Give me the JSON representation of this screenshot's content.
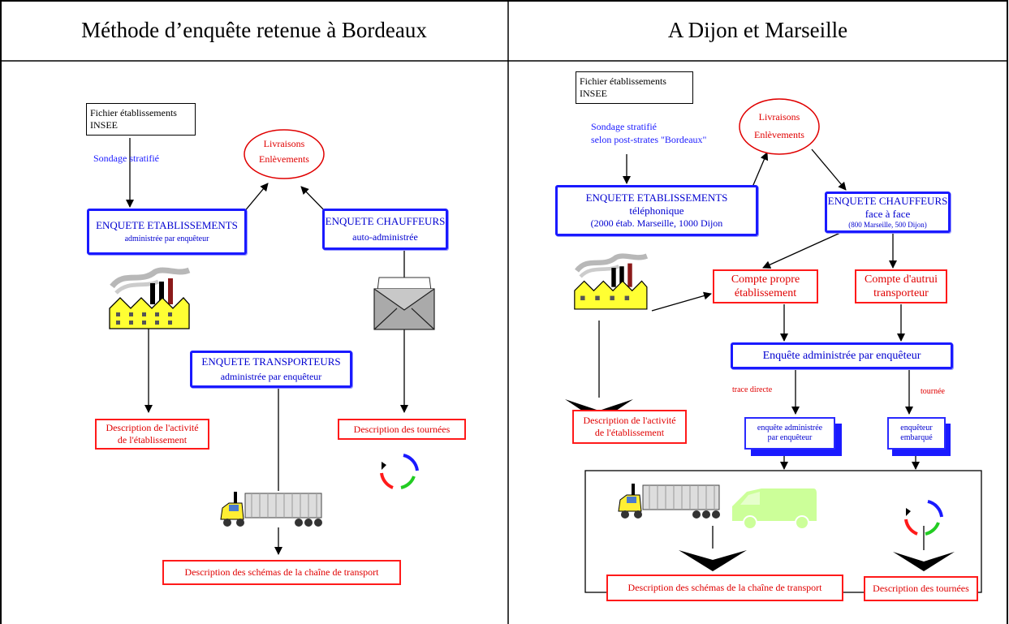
{
  "headers": {
    "left": "Méthode d’enquête retenue à Bordeaux",
    "right": "A Dijon et Marseille"
  },
  "left": {
    "insee": [
      "Fichier établissements",
      "INSEE"
    ],
    "sondage": "Sondage stratifié",
    "oval": [
      "Livraisons",
      "Enlèvements"
    ],
    "etab": [
      "ENQUETE ETABLISSEMENTS",
      "administrée par enquêteur"
    ],
    "chauff": [
      "ENQUETE CHAUFFEURS",
      "auto-administrée"
    ],
    "transp": [
      "ENQUETE TRANSPORTEURS",
      "administrée par enquêteur"
    ],
    "desc_activite": [
      "Description de l'activité",
      "de l'établissement"
    ],
    "desc_tournees": "Description des tournées",
    "desc_schemas": "Description des schémas de la chaîne de transport"
  },
  "right": {
    "insee": [
      "Fichier établissements",
      "INSEE"
    ],
    "sondage": [
      "Sondage stratifié",
      "selon post-strates \"Bordeaux\""
    ],
    "oval": [
      "Livraisons",
      "Enlèvements"
    ],
    "etab": [
      "ENQUETE ETABLISSEMENTS",
      "téléphonique",
      "(2000 étab. Marseille, 1000 Dijon"
    ],
    "chauff": [
      "ENQUETE CHAUFFEURS",
      "face à face",
      "(800 Marseille, 500 Dijon)"
    ],
    "compte_propre": [
      "Compte propre",
      "établissement"
    ],
    "compte_autrui": [
      "Compte d'autrui",
      "transporteur"
    ],
    "enquete_admin": "Enquête administrée par enquêteur",
    "trace": "trace directe",
    "tournee": "tournée",
    "enq_admin2": [
      "enquête administrée",
      "par enquêteur"
    ],
    "enq_embarque": [
      "enquêteur",
      "embarqué"
    ],
    "desc_activite": [
      "Description de l'activité",
      "de l'établissement"
    ],
    "desc_schemas": "Description des schémas de la chaîne de transport",
    "desc_tournees": "Description des tournées"
  },
  "colors": {
    "blue": "#1a1aff",
    "red": "#e00000",
    "factory": "#ffff33",
    "van": "#ccff99"
  }
}
